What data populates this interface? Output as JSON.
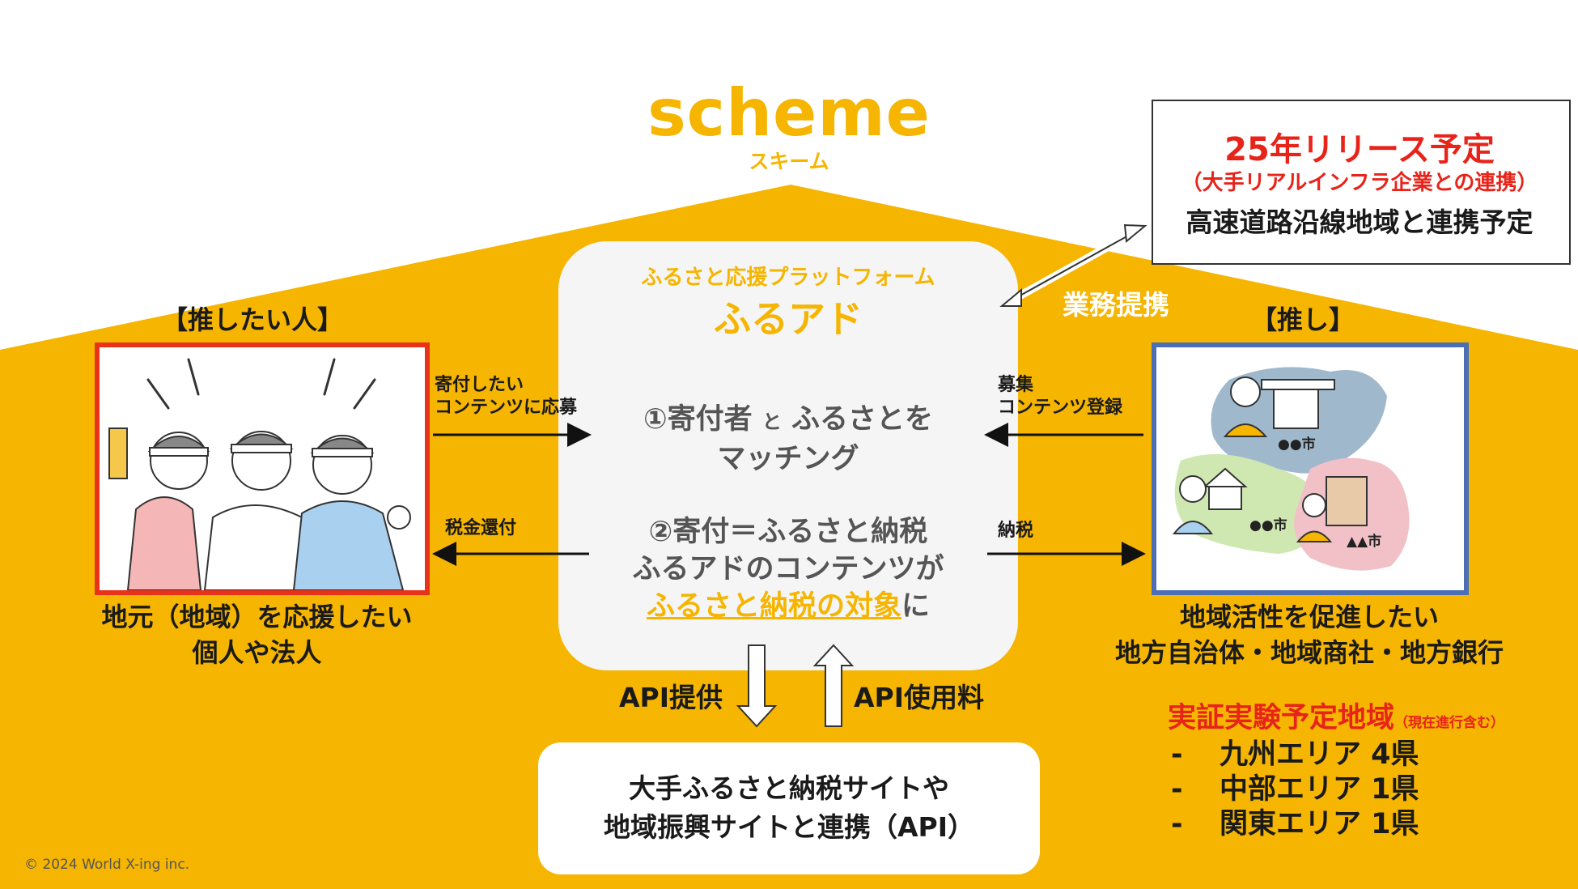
{
  "header": {
    "title": "scheme",
    "subtitle": "スキーム"
  },
  "platform": {
    "subtitle": "ふるさと応援プラットフォーム",
    "name": "ふるアド"
  },
  "steps": {
    "step1_line1_a": "①寄付者",
    "step1_line1_small": "と",
    "step1_line1_b": "ふるさとを",
    "step1_line2": "マッチング",
    "step2_line1": "②寄付＝ふるさと納税",
    "step2_line2": "ふるアドのコンテンツが",
    "step2_line3_highlight": "ふるさと納税の対象",
    "step2_line3_suffix": "に"
  },
  "left": {
    "bracket_label": "【推したい人】",
    "caption_line1": "地元（地域）を応援したい",
    "caption_line2": "個人や法人",
    "frame_color": "#E8331A"
  },
  "right": {
    "bracket_label": "【推し】",
    "caption_line1": "地域活性を促進したい",
    "caption_line2": "地方自治体・地域商社・地方銀行",
    "frame_color": "#4A6FB5",
    "map_labels": [
      "●●市",
      "●●市",
      "▲▲市"
    ]
  },
  "flows": {
    "left_to_center_line1": "寄付したい",
    "left_to_center_line2": "コンテンツに応募",
    "center_to_left": "税金還付",
    "right_to_center_line1": "募集",
    "right_to_center_line2": "コンテンツ登録",
    "center_to_right": "納税",
    "partnership": "業務提携",
    "api_provide": "API提供",
    "api_fee": "API使用料"
  },
  "release": {
    "title": "25年リリース予定",
    "subtitle": "（大手リアルインフラ企業との連携）",
    "body": "高速道路沿線地域と連携予定"
  },
  "api_box": {
    "line1": "大手ふるさと納税サイトや",
    "line2": "地域振興サイトと連携（API）"
  },
  "regions": {
    "title": "実証実験予定地域",
    "note": "（現在進行含む）",
    "dash": "-",
    "items": [
      "九州エリア 4県",
      "中部エリア 1県",
      "関東エリア 1県"
    ]
  },
  "footer": {
    "copyright": "© 2024 World X-ing inc."
  },
  "colors": {
    "accent": "#F5B500",
    "red": "#E8231A",
    "blue_frame": "#4A6FB5"
  }
}
